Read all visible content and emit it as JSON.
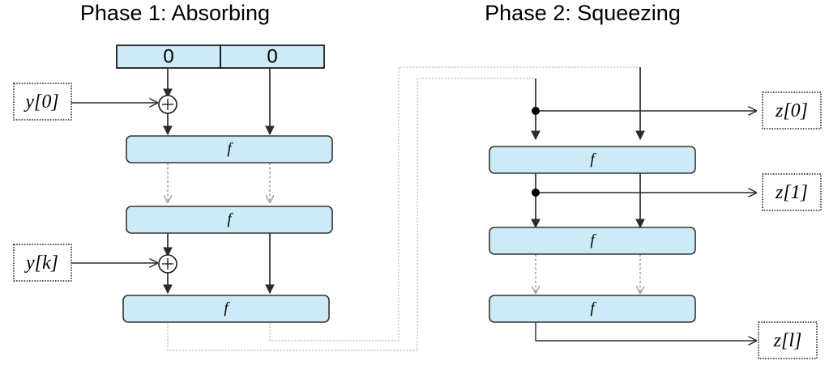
{
  "diagram": {
    "title_left": "Phase 1: Absorbing",
    "title_right": "Phase 2: Squeezing",
    "state_register": {
      "left_cell": "0",
      "right_cell": "0"
    },
    "function_label": "f",
    "inputs": [
      {
        "name": "y0",
        "label": "y[0]"
      },
      {
        "name": "yk",
        "label": "y[k]"
      }
    ],
    "outputs": [
      {
        "name": "z0",
        "label": "z[0]"
      },
      {
        "name": "z1",
        "label": "z[1]"
      },
      {
        "name": "zl",
        "label": "z[l]"
      }
    ],
    "operators": {
      "xor_symbol": "+"
    },
    "absorbing_rounds": [
      {
        "name": "absorb-round-1",
        "label": "f"
      },
      {
        "name": "absorb-round-2",
        "label": "f"
      },
      {
        "name": "absorb-round-3",
        "label": "f"
      }
    ],
    "squeezing_rounds": [
      {
        "name": "squeeze-round-1",
        "label": "f"
      },
      {
        "name": "squeeze-round-2",
        "label": "f"
      },
      {
        "name": "squeeze-round-3",
        "label": "f"
      }
    ],
    "colors": {
      "block_fill": "#cdeaf7",
      "block_stroke": "#343434",
      "wire": "#2b2b2b",
      "dashed_wire": "#9a9a9a",
      "feedback_wire": "#c9c9c9",
      "background": "#ffffff"
    }
  }
}
